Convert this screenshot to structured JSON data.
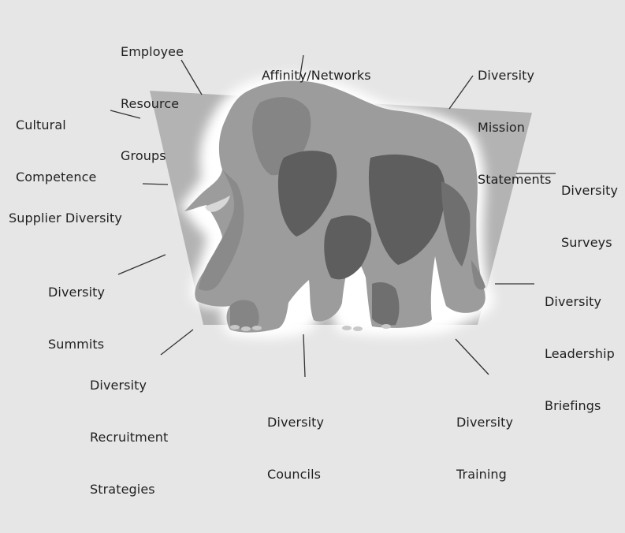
{
  "labels": {
    "employee_resource_groups": [
      "Employee",
      "Resource",
      "Groups"
    ],
    "affinity_networks": [
      "Affinity/Networks"
    ],
    "diversity_mission_statements": [
      "Diversity",
      "Mission",
      "Statements"
    ],
    "cultural_competence": [
      "Cultural",
      "Competence"
    ],
    "diversity_surveys": [
      "Diversity",
      "Surveys"
    ],
    "supplier_diversity": [
      "Supplier Diversity"
    ],
    "diversity_summits": [
      "Diversity",
      "Summits"
    ],
    "diversity_leadership_briefings": [
      "Diversity",
      "Leadership",
      "Briefings"
    ],
    "diversity_recruitment_strategies": [
      "Diversity",
      "Recruitment",
      "Strategies"
    ],
    "diversity_councils": [
      "Diversity",
      "Councils"
    ],
    "diversity_training": [
      "Diversity",
      "Training"
    ]
  },
  "colors": {
    "background": "#e6e6e6",
    "panel": "#b3b3b3",
    "glow": "#ffffff",
    "elephant_light": "#9c9c9c",
    "elephant_mid": "#858585",
    "elephant_dark": "#5e5e5e",
    "leader_line": "#333333"
  }
}
